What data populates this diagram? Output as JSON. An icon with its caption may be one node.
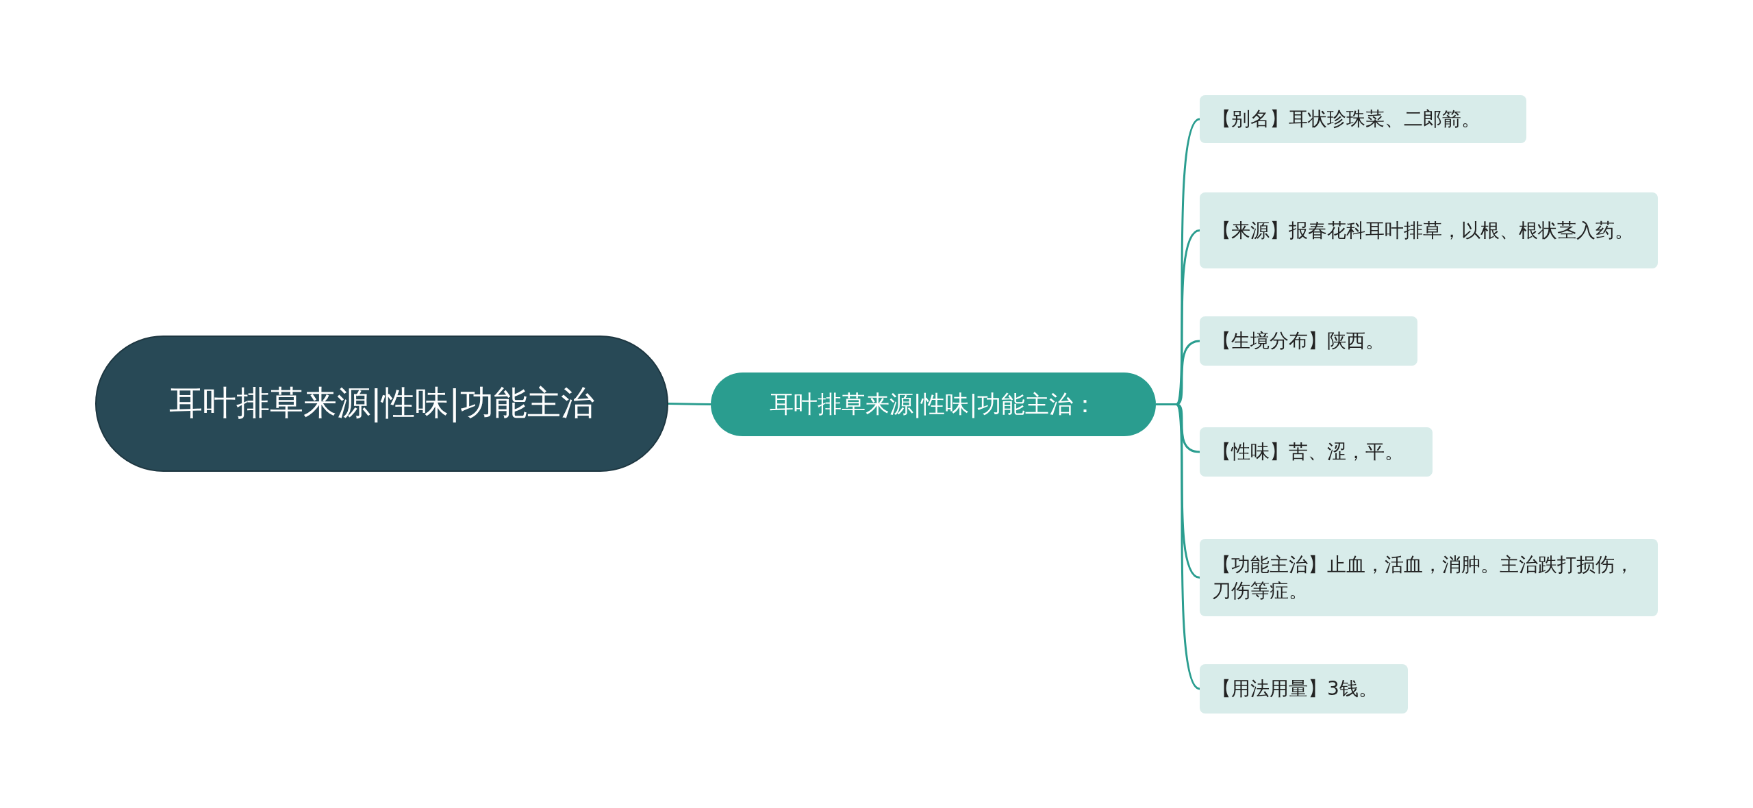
{
  "diagram": {
    "nodes": [
      {
        "text": [
          "耳叶排草来源|性味|功能主治"
        ]
      },
      {
        "text": [
          "耳叶排草来源|性味|功能主治："
        ]
      },
      {
        "text": [
          "【别名】耳状珍珠菜、二郎箭。"
        ]
      },
      {
        "text": [
          "【来源】报春花科耳叶排草，以根、根状茎入药。"
        ]
      },
      {
        "text": [
          "【生境分布】陕西。"
        ]
      },
      {
        "text": [
          "【性味】苦、涩，平。"
        ]
      },
      {
        "text": [
          "【功能主治】止血，活血，消肿。主治跌打损伤，刀伤等症。"
        ]
      },
      {
        "text": [
          "【用法用量】3钱。"
        ]
      }
    ],
    "edges": [
      {
        "from": 0,
        "to": 1,
        "arrow": "none"
      },
      {
        "from": 1,
        "to": 2,
        "arrow": "none"
      },
      {
        "from": 1,
        "to": 3,
        "arrow": "none"
      },
      {
        "from": 1,
        "to": 4,
        "arrow": "none"
      },
      {
        "from": 1,
        "to": 5,
        "arrow": "none"
      },
      {
        "from": 1,
        "to": 6,
        "arrow": "none"
      },
      {
        "from": 1,
        "to": 7,
        "arrow": "none"
      }
    ]
  }
}
